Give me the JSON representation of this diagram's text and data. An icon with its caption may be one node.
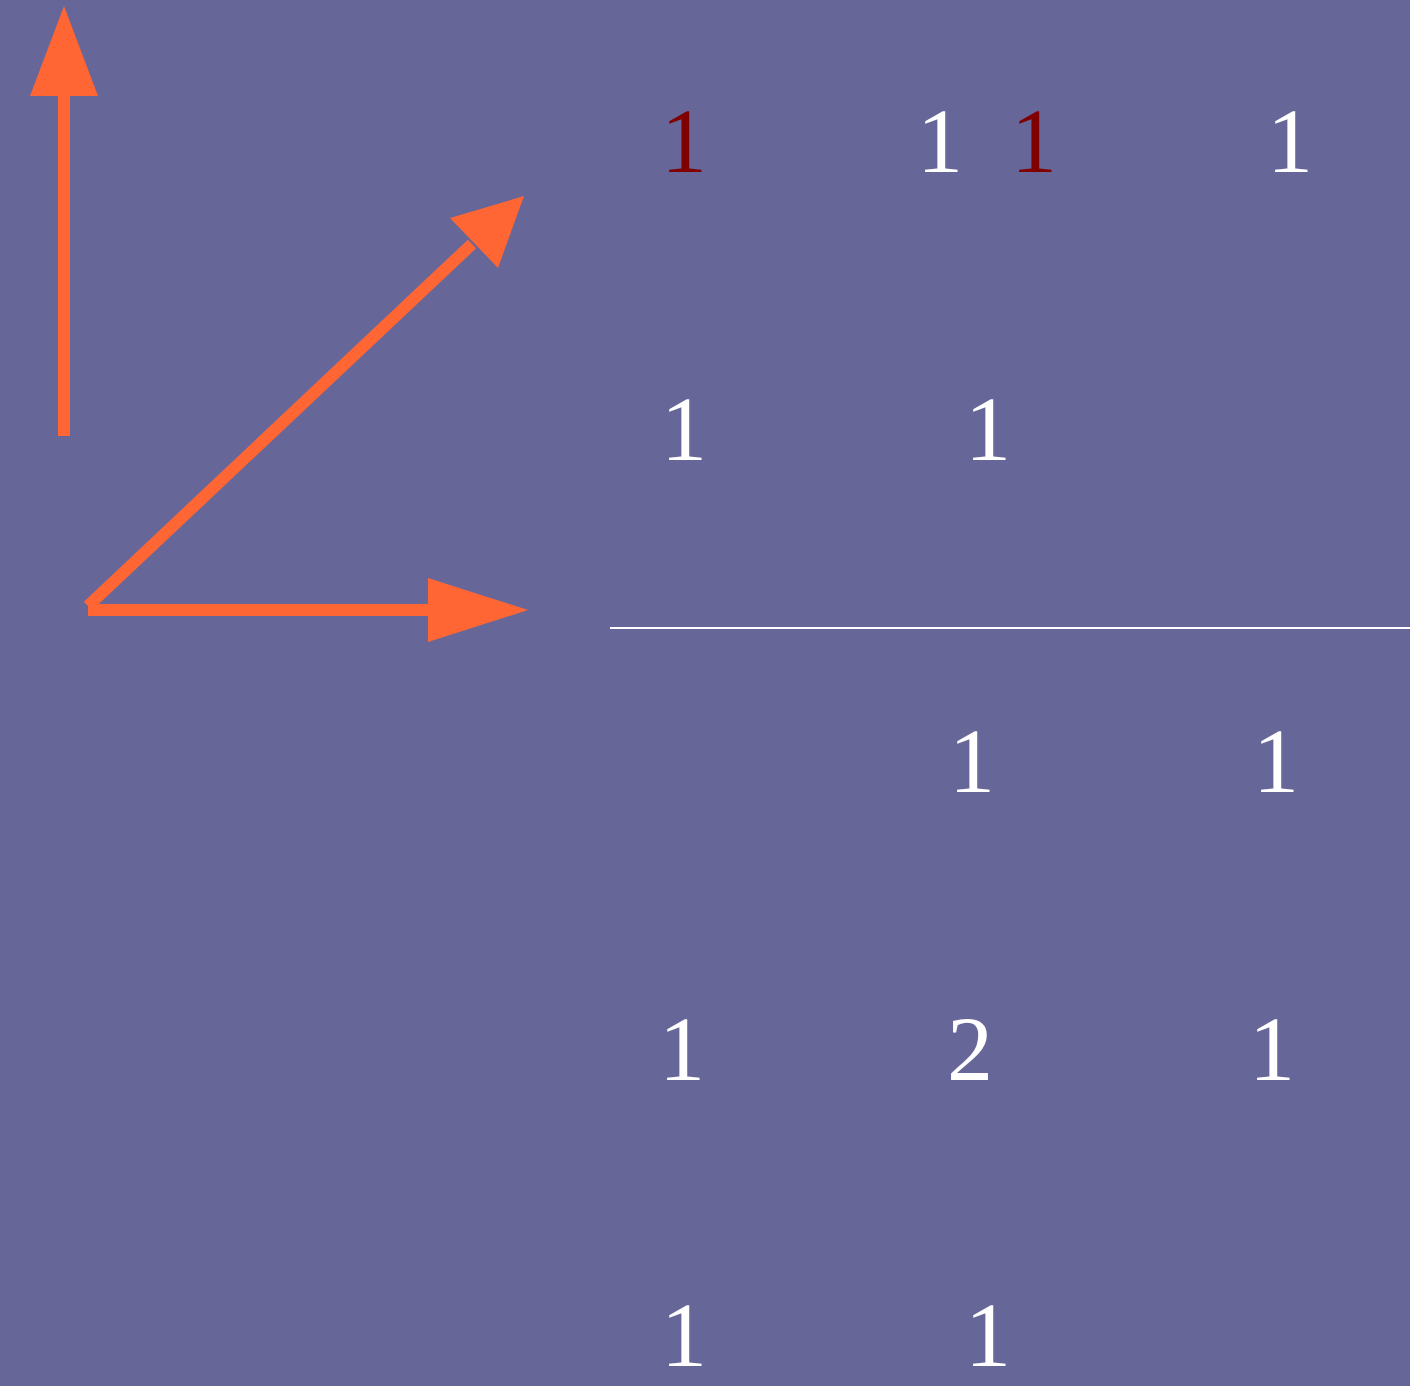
{
  "diagram": {
    "labels": [
      "1",
      "1",
      "1",
      "1",
      "1",
      "1",
      "1",
      "1",
      "1",
      "2",
      "1",
      "1",
      "1"
    ]
  }
}
